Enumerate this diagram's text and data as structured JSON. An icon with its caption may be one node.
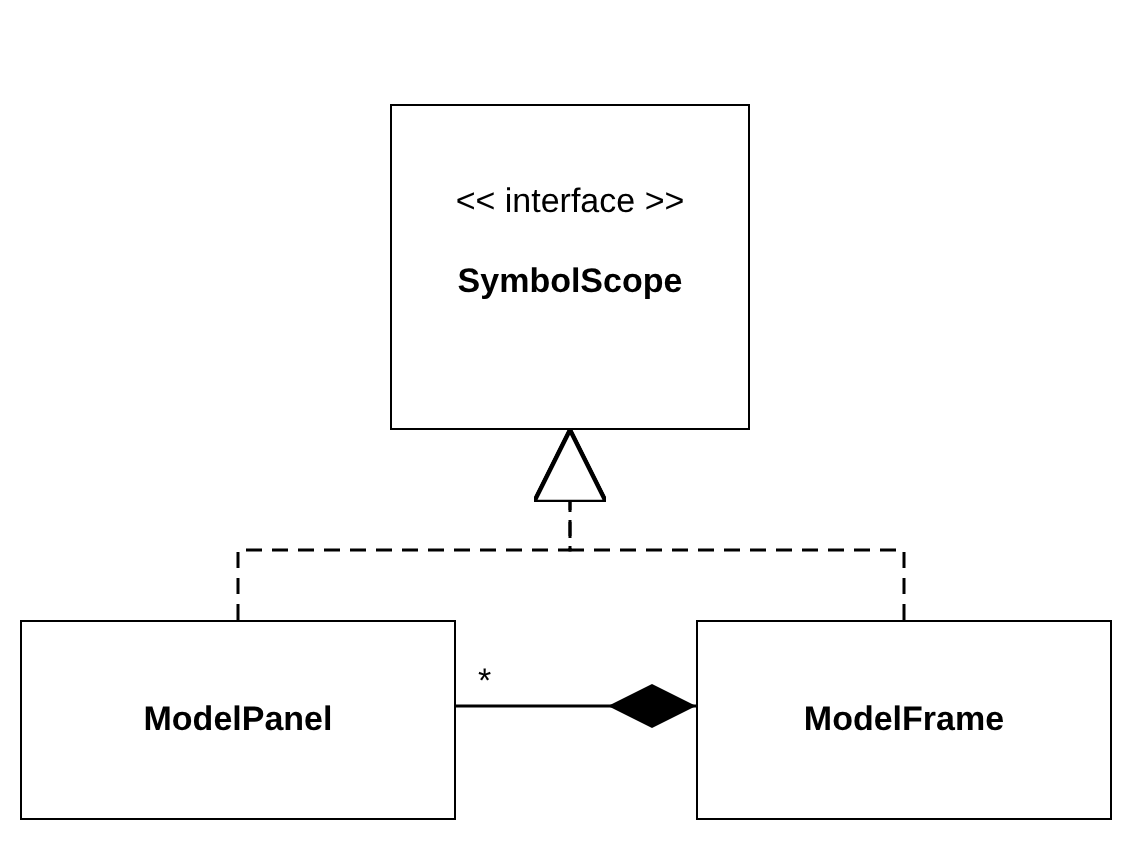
{
  "diagram": {
    "nodes": [
      {
        "text": [
          "<< interface >>",
          "SymbolScope"
        ]
      },
      {
        "text": [
          "ModelPanel"
        ]
      },
      {
        "text": [
          "ModelFrame"
        ]
      }
    ],
    "edges": [
      {
        "from": 1,
        "to": 0,
        "arrow": "to",
        "style": "dashed"
      },
      {
        "from": 2,
        "to": 0,
        "arrow": "to",
        "style": "dashed"
      },
      {
        "from": 1,
        "to": 2,
        "arrow": "other",
        "label": "*"
      }
    ]
  }
}
